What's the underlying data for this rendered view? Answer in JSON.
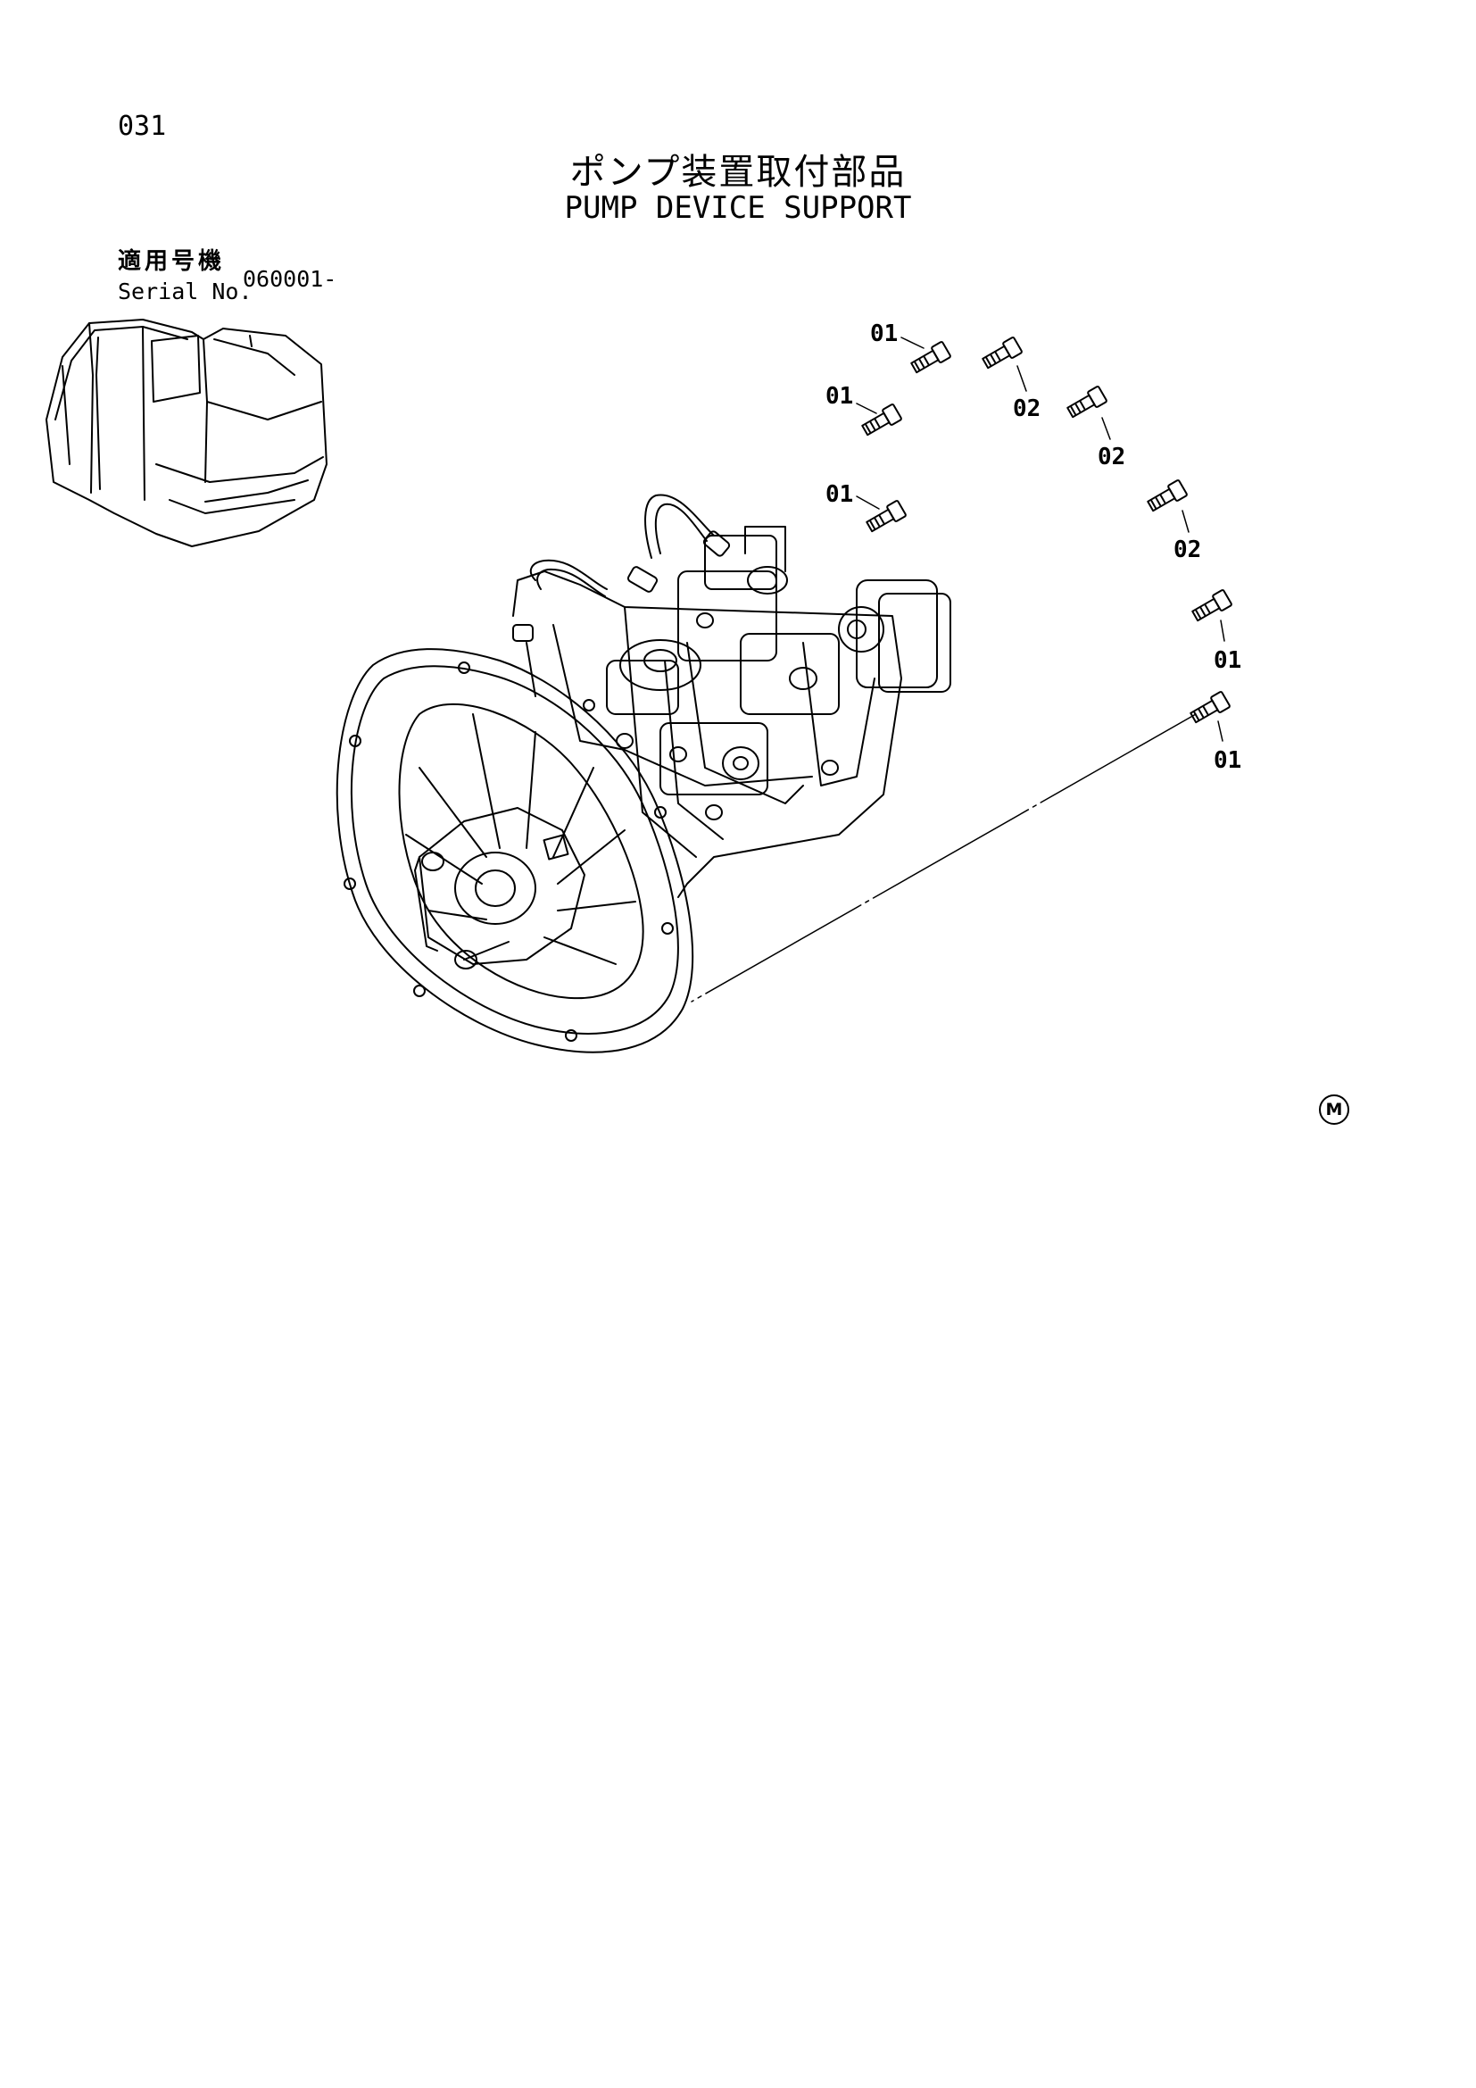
{
  "header": {
    "page_number": "031",
    "title_jp": "ポンプ装置取付部品",
    "title_en": "PUMP DEVICE SUPPORT"
  },
  "serial": {
    "label_jp": "適用号機",
    "label_en": "Serial No.",
    "value": "060001-"
  },
  "callouts": [
    "01",
    "01",
    "01",
    "01",
    "01",
    "02",
    "02",
    "02"
  ],
  "footer_mark": "M"
}
